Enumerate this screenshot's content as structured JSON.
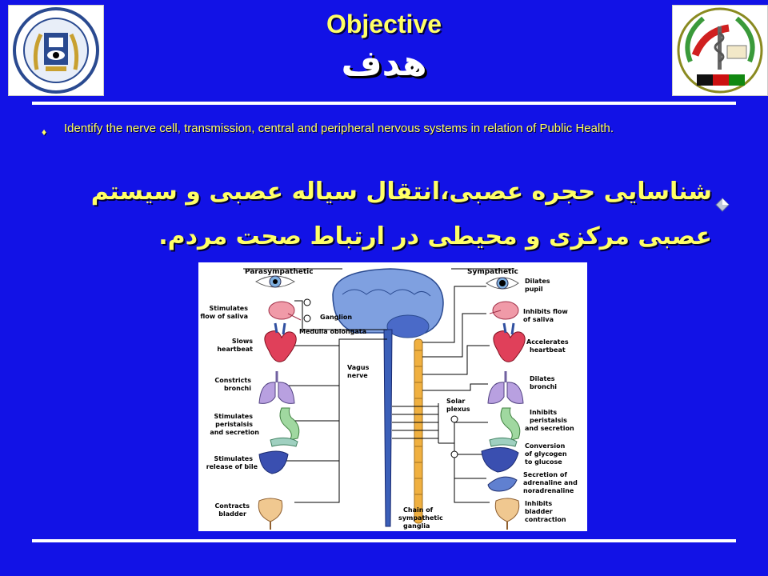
{
  "header": {
    "title_en": "Objective",
    "title_fa": "هدف"
  },
  "objectives": {
    "english": "Identify the nerve cell, transmission, central and peripheral nervous systems in relation of Public Health.",
    "persian_line1": "شناسایی حجره عصبی،انتقال سیاله عصبی و سیستم",
    "persian_line2": "عصبی مرکزی و محیطی در ارتباط صحت مردم."
  },
  "diagram": {
    "parasympathetic_title": "Parasympathetic",
    "sympathetic_title": "Sympathetic",
    "center_labels": {
      "ganglion": "Ganglion",
      "medulla": "Medulla oblongata",
      "vagus1": "Vagus",
      "vagus2": "nerve",
      "solar1": "Solar",
      "solar2": "plexus",
      "chain1": "Chain of",
      "chain2": "sympathetic",
      "chain3": "ganglia"
    },
    "para_labels": [
      {
        "l1": "Stimulates",
        "l2": "flow of saliva"
      },
      {
        "l1": "Slows",
        "l2": "heartbeat"
      },
      {
        "l1": "Constricts",
        "l2": "bronchi"
      },
      {
        "l1": "Stimulates",
        "l2": "peristalsis",
        "l3": "and secretion"
      },
      {
        "l1": "Stimulates",
        "l2": "release of bile"
      },
      {
        "l1": "Contracts",
        "l2": "bladder"
      }
    ],
    "symp_labels": [
      {
        "l1": "Dilates",
        "l2": "pupil"
      },
      {
        "l1": "Inhibits flow",
        "l2": "of saliva"
      },
      {
        "l1": "Accelerates",
        "l2": "heartbeat"
      },
      {
        "l1": "Dilates",
        "l2": "bronchi"
      },
      {
        "l1": "Inhibits",
        "l2": "peristalsis",
        "l3": "and secretion"
      },
      {
        "l1": "Conversion",
        "l2": "of glycogen",
        "l3": "to glucose"
      },
      {
        "l1": "Secretion of",
        "l2": "adrenaline and",
        "l3": "noradrenaline"
      },
      {
        "l1": "Inhibits",
        "l2": "bladder",
        "l3": "contraction"
      }
    ]
  },
  "colors": {
    "background": "#1212e6",
    "title_yellow": "#ffff66",
    "rule_white": "#ffffff",
    "brain_blue": "#3b5fb8",
    "organ_red": "#e0405a",
    "spine_orange": "#f0b040"
  },
  "icons": {
    "left_logo": "ministry-emblem-icon",
    "right_logo": "public-health-emblem-icon",
    "bullet": "diamond-bullet-icon"
  }
}
